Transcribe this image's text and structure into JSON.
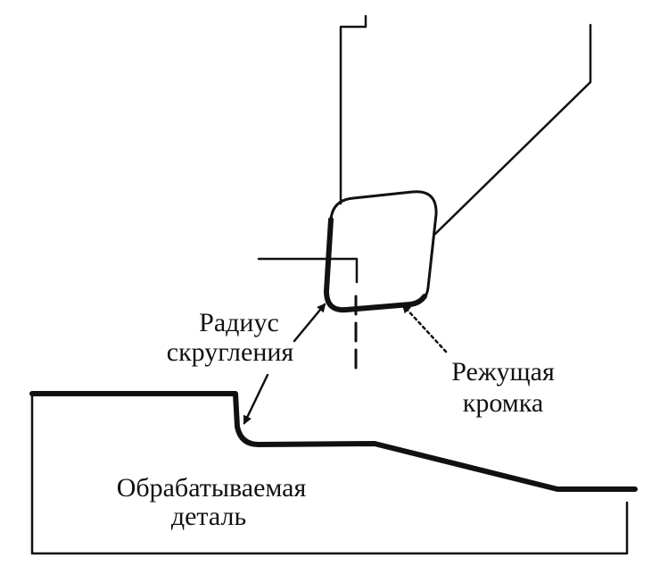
{
  "labels": {
    "radius_line1": "Радиус",
    "radius_line2": "скругления",
    "edge_line1": "Режущая",
    "edge_line2": "кромка",
    "part_line1": "Обрабатываемая",
    "part_line2": "деталь"
  }
}
